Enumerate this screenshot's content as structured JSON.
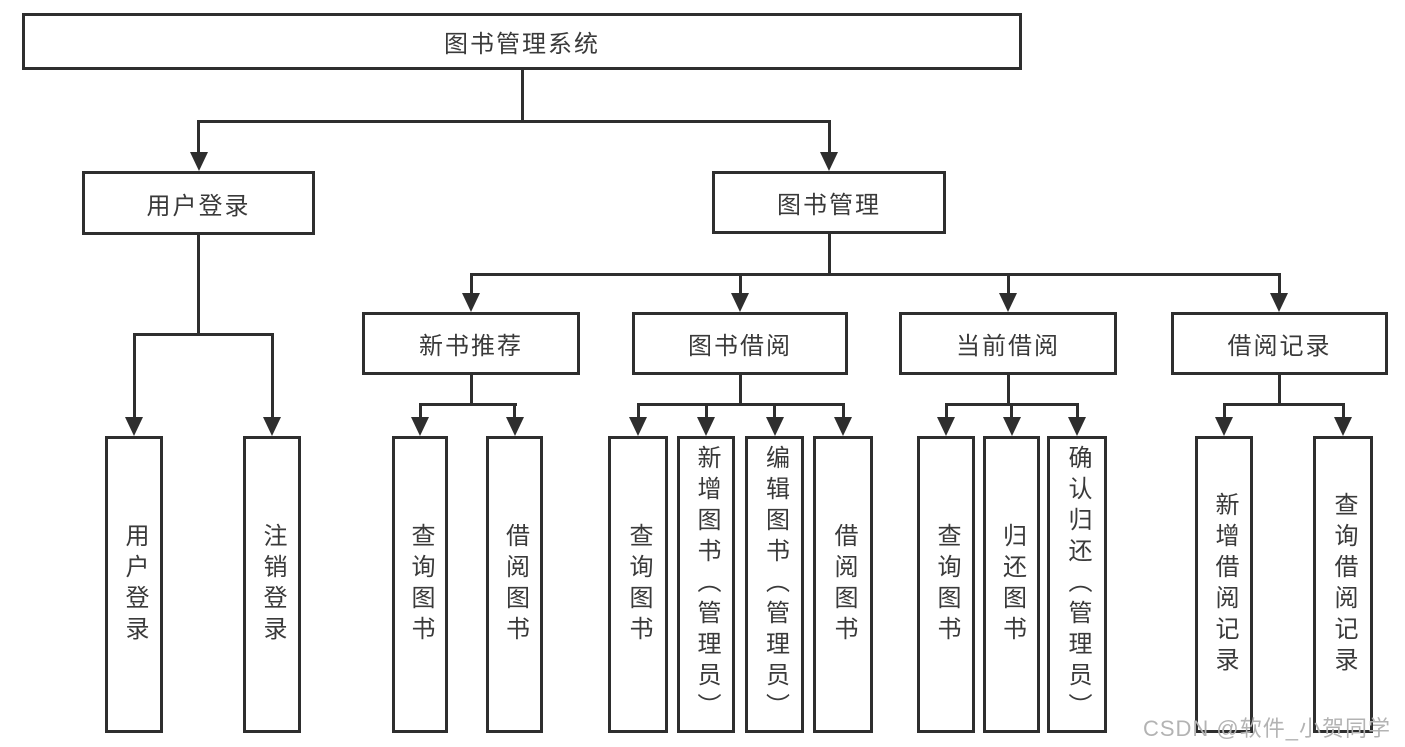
{
  "diagram": {
    "nodes": {
      "root": {
        "label": "图书管理系统"
      },
      "user_login": {
        "label": "用户登录",
        "children": {
          "login": {
            "label": "用户登录"
          },
          "logout": {
            "label": "注销登录"
          }
        }
      },
      "book_mgmt": {
        "label": "图书管理",
        "children": {
          "new_book": {
            "label": "新书推荐",
            "children": {
              "query": {
                "label": "查询图书"
              },
              "borrow": {
                "label": "借阅图书"
              }
            }
          },
          "borrowing": {
            "label": "图书借阅",
            "children": {
              "query": {
                "label": "查询图书"
              },
              "add": {
                "label": "新增图书（管理员）"
              },
              "edit": {
                "label": "编辑图书（管理员）"
              },
              "borrow": {
                "label": "借阅图书"
              }
            }
          },
          "current": {
            "label": "当前借阅",
            "children": {
              "query": {
                "label": "查询图书"
              },
              "return": {
                "label": "归还图书"
              },
              "confirm": {
                "label": "确认归还（管理员）"
              }
            }
          },
          "records": {
            "label": "借阅记录",
            "children": {
              "add": {
                "label": "新增借阅记录"
              },
              "query": {
                "label": "查询借阅记录"
              }
            }
          }
        }
      }
    }
  },
  "watermark": {
    "text": "CSDN @软件_小贺同学"
  },
  "colors": {
    "line": "#2e2e2e",
    "text": "#3a3a3a",
    "background": "#ffffff",
    "watermark_text": "#b3b3b3"
  }
}
